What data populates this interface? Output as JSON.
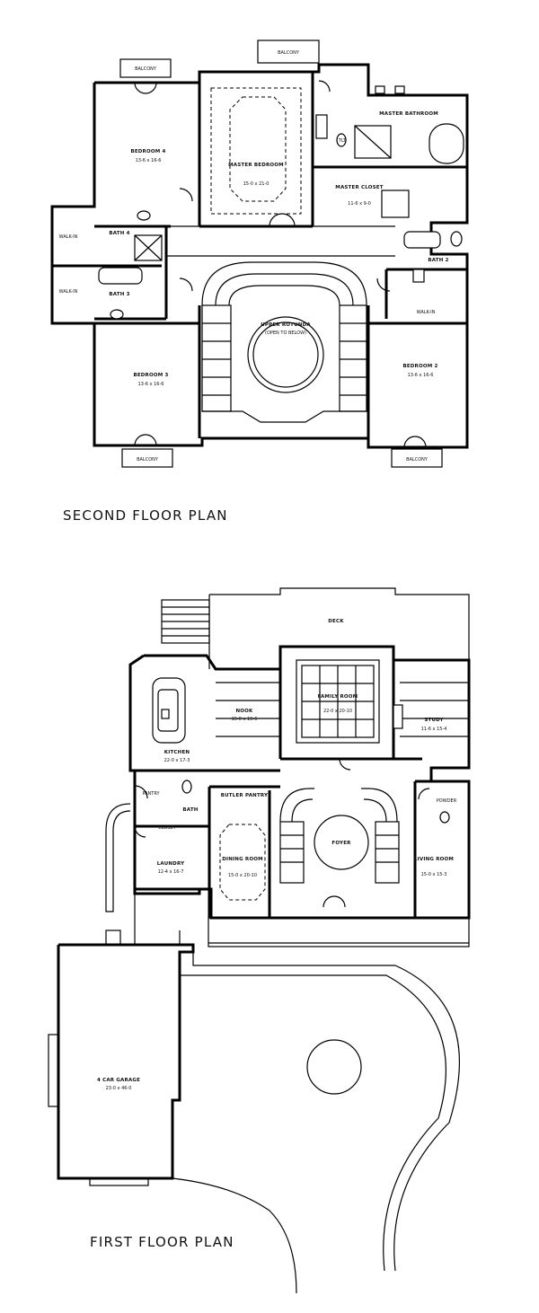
{
  "second_floor": {
    "caption": "SECOND FLOOR PLAN",
    "balcony": "BALCONY",
    "bedroom4": {
      "name": "BEDROOM 4",
      "dims": "13-6 x 16-6"
    },
    "master_bedroom": {
      "name": "MASTER BEDROOM",
      "dims": "15-0 x 21-0"
    },
    "master_bathroom": {
      "name": "MASTER BATHROOM"
    },
    "master_closet": {
      "name": "MASTER CLOSET",
      "dims": "11-6 x 9-0"
    },
    "toilet": "TLT",
    "walk_in_1": "WALK-IN",
    "walk_in_2": "WALK-IN",
    "walk_in_3": "WALK-IN",
    "bath4": "BATH 4",
    "bath3": "BATH 3",
    "bath2": "BATH 2",
    "upper_rotunda": {
      "name": "UPPER ROTUNDA",
      "note": "(OPEN TO BELOW)"
    },
    "bedroom3": {
      "name": "BEDROOM 3",
      "dims": "13-6 x 16-6"
    },
    "bedroom2": {
      "name": "BEDROOM 2",
      "dims": "13-6 x 16-6"
    }
  },
  "first_floor": {
    "caption": "FIRST FLOOR PLAN",
    "deck": "DECK",
    "family_room": {
      "name": "FAMILY ROOM",
      "dims": "22-0 x 20-10"
    },
    "nook": {
      "name": "NOOK",
      "dims": "15-0 x 15-6"
    },
    "study": {
      "name": "STUDY",
      "dims": "11-6 x 15-4"
    },
    "kitchen": {
      "name": "KITCHEN",
      "dims": "22-0 x 17-3"
    },
    "butler_pantry": "BUTLER PANTRY",
    "pantry": "PANTRY",
    "bath": "BATH",
    "closet": "CLOSET",
    "laundry": {
      "name": "LAUNDRY",
      "dims": "12-4 x 16-7"
    },
    "dining_room": {
      "name": "DINING ROOM",
      "dims": "15-0 x 20-10"
    },
    "foyer": "FOYER",
    "powder": "POWDER",
    "living_room": {
      "name": "LIVING ROOM",
      "dims": "15-0 x 15-3"
    },
    "garage": {
      "name": "4 CAR GARAGE",
      "dims": "23-0 x 46-0"
    }
  }
}
